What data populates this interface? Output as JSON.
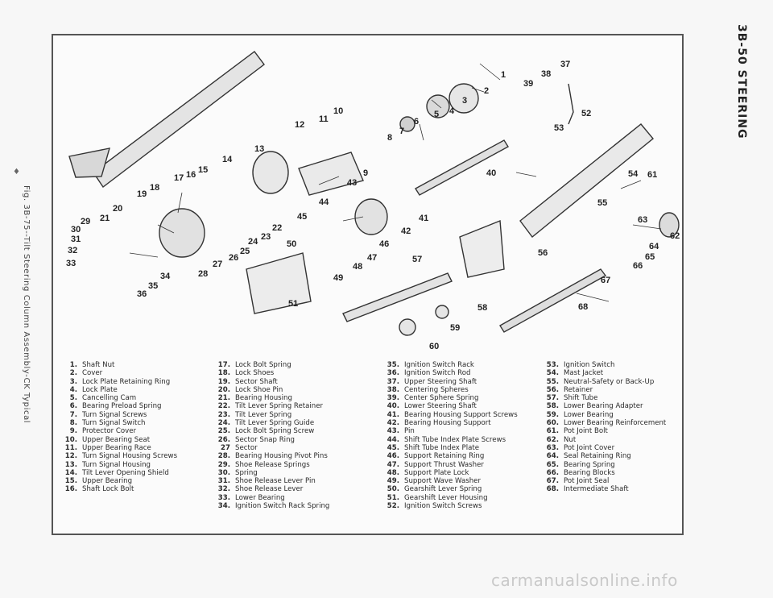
{
  "page_header": "3B-50  STEERING",
  "figure_caption": "Fig. 3B-75--Tilt Steering Column Assembly-CK Typical",
  "watermark": "carmanualsonline.info",
  "callouts": [
    "1",
    "2",
    "3",
    "4",
    "5",
    "6",
    "7",
    "8",
    "9",
    "10",
    "11",
    "12",
    "13",
    "14",
    "15",
    "16",
    "17",
    "18",
    "19",
    "20",
    "21",
    "22",
    "23",
    "24",
    "25",
    "26",
    "27",
    "28",
    "29",
    "30",
    "31",
    "32",
    "33",
    "34",
    "35",
    "36",
    "37",
    "38",
    "39",
    "40",
    "41",
    "42",
    "43",
    "44",
    "45",
    "46",
    "47",
    "48",
    "49",
    "50",
    "51",
    "52",
    "53",
    "54",
    "55",
    "56",
    "57",
    "58",
    "59",
    "60",
    "61",
    "62",
    "63",
    "64",
    "65",
    "66",
    "67",
    "68"
  ],
  "legend": [
    [
      {
        "num": "1.",
        "label": "Shaft Nut"
      },
      {
        "num": "2.",
        "label": "Cover"
      },
      {
        "num": "3.",
        "label": "Lock Plate Retaining Ring"
      },
      {
        "num": "4.",
        "label": "Lock Plate"
      },
      {
        "num": "5.",
        "label": "Cancelling Cam"
      },
      {
        "num": "6.",
        "label": "Bearing Preload Spring"
      },
      {
        "num": "7.",
        "label": "Turn Signal Screws"
      },
      {
        "num": "8.",
        "label": "Turn Signal Switch"
      },
      {
        "num": "9.",
        "label": "Protector Cover"
      },
      {
        "num": "10.",
        "label": "Upper Bearing Seat"
      },
      {
        "num": "11.",
        "label": "Upper Bearing Race"
      },
      {
        "num": "12.",
        "label": "Turn Signal Housing Screws"
      },
      {
        "num": "13.",
        "label": "Turn Signal Housing"
      },
      {
        "num": "14.",
        "label": "Tilt Lever Opening Shield"
      },
      {
        "num": "15.",
        "label": "Upper Bearing"
      },
      {
        "num": "16.",
        "label": "Shaft Lock Bolt"
      }
    ],
    [
      {
        "num": "17.",
        "label": "Lock Bolt Spring"
      },
      {
        "num": "18.",
        "label": "Lock Shoes"
      },
      {
        "num": "19.",
        "label": "Sector Shaft"
      },
      {
        "num": "20.",
        "label": "Lock Shoe Pin"
      },
      {
        "num": "21.",
        "label": "Bearing Housing"
      },
      {
        "num": "22.",
        "label": "Tilt Lever Spring Retainer"
      },
      {
        "num": "23.",
        "label": "Tilt Lever Spring"
      },
      {
        "num": "24.",
        "label": "Tilt Lever Spring Guide"
      },
      {
        "num": "25.",
        "label": "Lock Bolt Spring Screw"
      },
      {
        "num": "26.",
        "label": "Sector Snap Ring"
      },
      {
        "num": "27",
        "label": "Sector"
      },
      {
        "num": "28.",
        "label": "Bearing Housing Pivot Pins"
      },
      {
        "num": "29.",
        "label": "Shoe Release Springs"
      },
      {
        "num": "30.",
        "label": "Spring"
      },
      {
        "num": "31.",
        "label": "Shoe Release Lever Pin"
      },
      {
        "num": "32.",
        "label": "Shoe Release Lever"
      },
      {
        "num": "33.",
        "label": "Lower Bearing"
      },
      {
        "num": "34.",
        "label": "Ignition Switch Rack Spring"
      }
    ],
    [
      {
        "num": "35.",
        "label": "Ignition Switch Rack"
      },
      {
        "num": "36.",
        "label": "Ignition Switch Rod"
      },
      {
        "num": "37.",
        "label": "Upper Steering Shaft"
      },
      {
        "num": "38.",
        "label": "Centering Spheres"
      },
      {
        "num": "39.",
        "label": "Center Sphere Spring"
      },
      {
        "num": "40.",
        "label": "Lower Steering Shaft"
      },
      {
        "num": "41.",
        "label": "Bearing Housing Support Screws"
      },
      {
        "num": "42.",
        "label": "Bearing Housing Support"
      },
      {
        "num": "43.",
        "label": "Pin"
      },
      {
        "num": "44.",
        "label": "Shift Tube Index Plate Screws"
      },
      {
        "num": "45.",
        "label": "Shift Tube Index Plate"
      },
      {
        "num": "46.",
        "label": "Support Retaining Ring"
      },
      {
        "num": "47.",
        "label": "Support Thrust Washer"
      },
      {
        "num": "48.",
        "label": "Support Plate Lock"
      },
      {
        "num": "49.",
        "label": "Support Wave Washer"
      },
      {
        "num": "50.",
        "label": "Gearshift Lever Spring"
      },
      {
        "num": "51.",
        "label": "Gearshift Lever Housing"
      },
      {
        "num": "52.",
        "label": "Ignition Switch Screws"
      }
    ],
    [
      {
        "num": "53.",
        "label": "Ignition Switch"
      },
      {
        "num": "54.",
        "label": "Mast Jacket"
      },
      {
        "num": "55.",
        "label": "Neutral-Safety or Back-Up"
      },
      {
        "num": "56.",
        "label": "Retainer"
      },
      {
        "num": "57.",
        "label": "Shift Tube"
      },
      {
        "num": "58.",
        "label": "Lower Bearing Adapter"
      },
      {
        "num": "59.",
        "label": "Lower Bearing"
      },
      {
        "num": "60.",
        "label": "Lower Bearing Reinforcement"
      },
      {
        "num": "61.",
        "label": "Pot Joint Bolt"
      },
      {
        "num": "62.",
        "label": "Nut"
      },
      {
        "num": "63.",
        "label": "Pot Joint Cover"
      },
      {
        "num": "64.",
        "label": "Seal Retaining Ring"
      },
      {
        "num": "65.",
        "label": "Bearing Spring"
      },
      {
        "num": "66.",
        "label": "Bearing Blocks"
      },
      {
        "num": "67.",
        "label": "Pot Joint Seal"
      },
      {
        "num": "68.",
        "label": "Intermediate Shaft"
      }
    ]
  ]
}
